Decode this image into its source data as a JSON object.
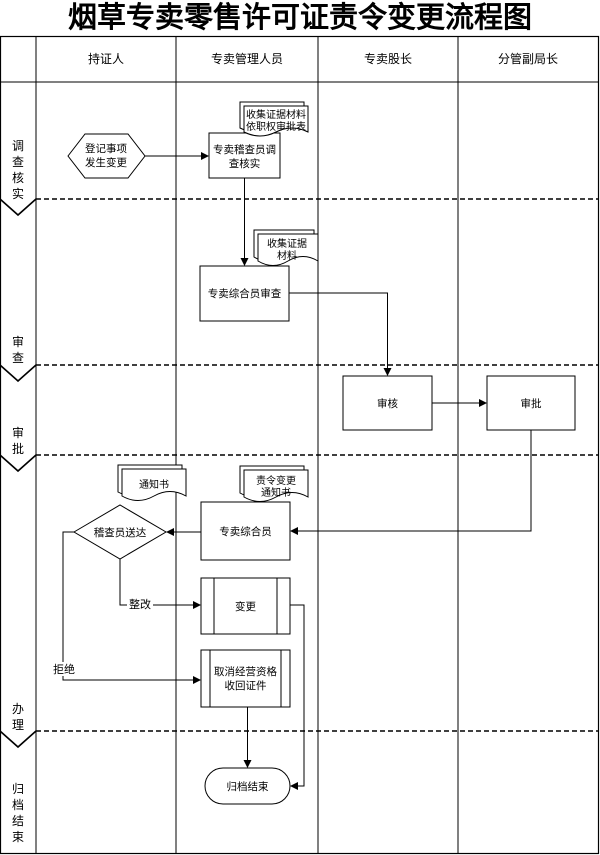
{
  "title": "烟草专卖零售许可证责令变更流程图",
  "lanes": {
    "holder": "持证人",
    "manager": "专卖管理人员",
    "section_chief": "专卖股长",
    "deputy_director": "分管副局长"
  },
  "stages": {
    "investigate": [
      "调",
      "查",
      "核",
      "实"
    ],
    "review": [
      "审",
      "查"
    ],
    "approve": [
      "审",
      "批"
    ],
    "handle": [
      "办",
      "理"
    ],
    "archive": [
      "归",
      "档",
      "结",
      "束"
    ]
  },
  "nodes": {
    "start": [
      "登记事项",
      "发生变更"
    ],
    "inspector_verify": [
      "专卖稽查员调",
      "查核实"
    ],
    "doc_collect1": [
      "收集证据材料",
      "依职权审批表"
    ],
    "doc_collect2": [
      "收集证据",
      "材料"
    ],
    "clerk_review": "专卖综合员审查",
    "chief_review": "审核",
    "deputy_approve": "审批",
    "doc_notice": "通知书",
    "doc_order": [
      "责令变更",
      "通知书"
    ],
    "clerk": "专卖综合员",
    "deliver": "稽查员送达",
    "change": "变更",
    "cancel": [
      "取消经营资格",
      "收回证件"
    ],
    "end": "归档结束"
  },
  "labels": {
    "rectify": "整改",
    "refuse": "拒绝"
  }
}
